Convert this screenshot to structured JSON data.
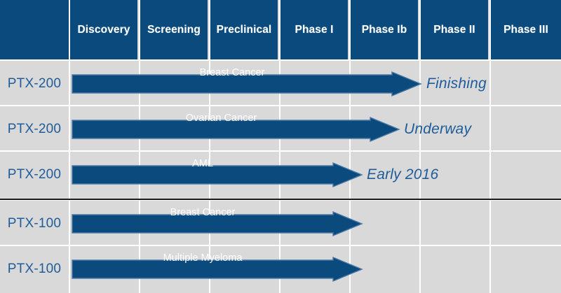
{
  "chart_data": {
    "type": "table",
    "title": "Clinical Development Pipeline",
    "columns": [
      "Discovery",
      "Screening",
      "Preclinical",
      "Phase I",
      "Phase Ib",
      "Phase II",
      "Phase III"
    ],
    "row_label_header": "",
    "rows": [
      {
        "program": "PTX-200",
        "indication": "Breast Cancer",
        "start_stage": "Discovery",
        "end_stage": "Phase II",
        "progress_pct": 71,
        "status": "Finishing"
      },
      {
        "program": "PTX-200",
        "indication": "Ovarian Cancer",
        "start_stage": "Discovery",
        "end_stage": "Phase Ib",
        "progress_pct": 67,
        "status": "Underway"
      },
      {
        "program": "PTX-200",
        "indication": "AML",
        "start_stage": "Discovery",
        "end_stage": "Phase I",
        "progress_pct": 59,
        "status": "Early 2016"
      },
      {
        "program": "PTX-100",
        "indication": "Breast Cancer",
        "start_stage": "Discovery",
        "end_stage": "Phase I",
        "progress_pct": 59,
        "status": ""
      },
      {
        "program": "PTX-100",
        "indication": "Multiple Myeloma",
        "start_stage": "Discovery",
        "end_stage": "Phase I",
        "progress_pct": 59,
        "status": ""
      }
    ],
    "group_divider_after_row": 3,
    "legend": [],
    "grid": true
  },
  "colors": {
    "header_background": "#0a4a7d",
    "header_text": "#ffffff",
    "body_background": "#d9d9d9",
    "gridline": "#ffffff",
    "bar_fill": "#0a4a7d",
    "bar_stroke": "#4a78a8",
    "row_label_text": "#1f5c99",
    "status_text": "#1f5c99",
    "bar_label_text": "#ffffff",
    "divider": "#1a1a1a"
  },
  "header": {
    "columns": [
      {
        "label": "Discovery"
      },
      {
        "label": "Screening"
      },
      {
        "label": "Preclinical"
      },
      {
        "label": "Phase I"
      },
      {
        "label": "Phase Ib"
      },
      {
        "label": "Phase II"
      },
      {
        "label": "Phase III"
      }
    ]
  },
  "rows": [
    {
      "program": "PTX-200",
      "indication": "Breast Cancer",
      "status": "Finishing"
    },
    {
      "program": "PTX-200",
      "indication": "Ovarian Cancer",
      "status": "Underway"
    },
    {
      "program": "PTX-200",
      "indication": "AML",
      "status": "Early 2016"
    },
    {
      "program": "PTX-100",
      "indication": "Breast Cancer",
      "status": ""
    },
    {
      "program": "PTX-100",
      "indication": "Multiple Myeloma",
      "status": ""
    }
  ]
}
